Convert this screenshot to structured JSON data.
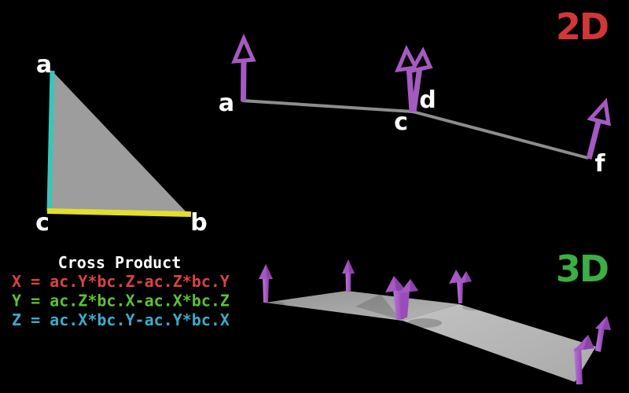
{
  "background": "#000000",
  "triangle_panel": {
    "labels": {
      "a": "a",
      "b": "b",
      "c": "c"
    },
    "colors": {
      "edge_ac": "#38c6bb",
      "edge_cb": "#e3df2a",
      "fill": "#9d9d9d",
      "label": "#ffffff"
    }
  },
  "cross_product": {
    "title": "Cross Product",
    "title_color": "#ffffff",
    "formulas": [
      {
        "axis": "X",
        "text": "X = ac.Y*bc.Z-ac.Z*bc.Y",
        "color": "#d94343"
      },
      {
        "axis": "Y",
        "text": "Y = ac.Z*bc.X-ac.X*bc.Z",
        "color": "#5cc232"
      },
      {
        "axis": "Z",
        "text": "Z = ac.X*bc.Y-ac.Y*bc.X",
        "color": "#3aaccb"
      }
    ]
  },
  "panel_2d": {
    "title": "2D",
    "title_color": "#d23737",
    "point_labels": {
      "a": "a",
      "c": "c",
      "d": "d",
      "f": "f"
    },
    "line_color": "#8d8d8d",
    "normal_color": "#a55ac2"
  },
  "panel_3d": {
    "title": "3D",
    "title_color": "#3cae44",
    "surface_color": "#b5b5b5",
    "normal_color": "#a658c4"
  }
}
